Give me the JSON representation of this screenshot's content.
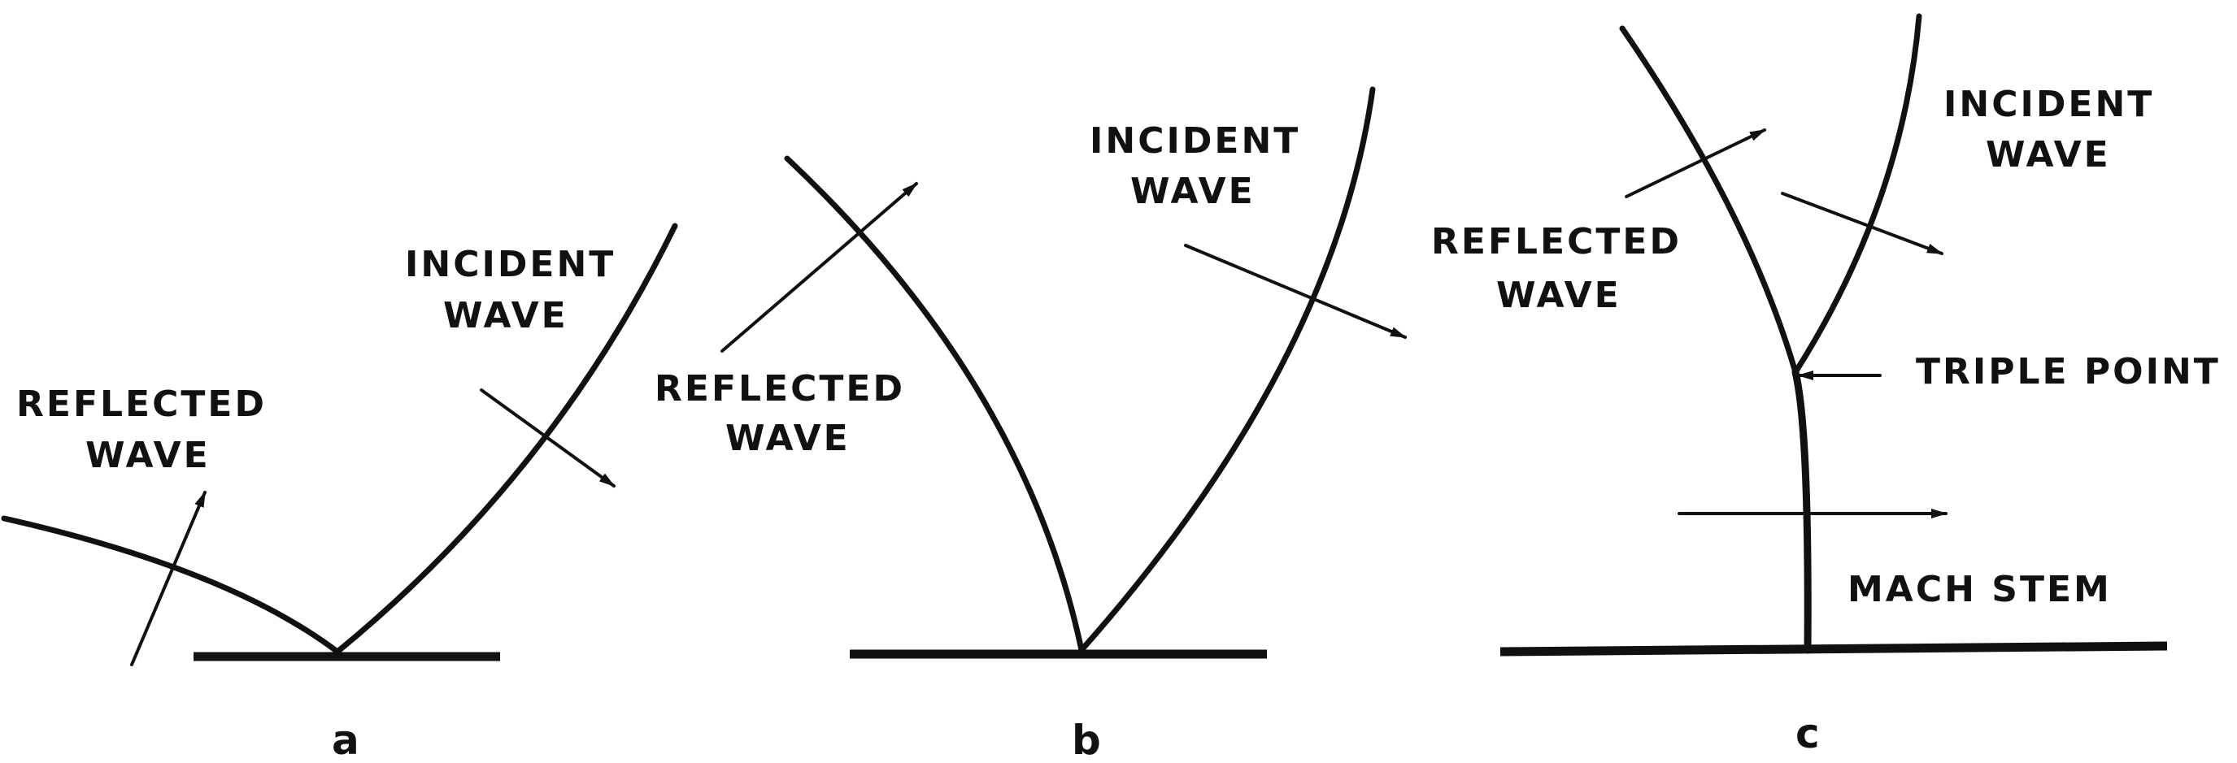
{
  "panels": {
    "a": {
      "caption": "a",
      "reflected_label_line1": "REFLECTED",
      "reflected_label_line2": "WAVE",
      "incident_label_line1": "INCIDENT",
      "incident_label_line2": "WAVE"
    },
    "b": {
      "caption": "b",
      "reflected_label_line1": "REFLECTED",
      "reflected_label_line2": "WAVE",
      "incident_label_line1": "INCIDENT",
      "incident_label_line2": "WAVE"
    },
    "c": {
      "caption": "c",
      "reflected_label_line1": "REFLECTED",
      "reflected_label_line2": "WAVE",
      "incident_label_line1": "INCIDENT",
      "incident_label_line2": "WAVE",
      "triple_point_label": "TRIPLE POINT",
      "mach_stem_label": "MACH STEM"
    }
  },
  "colors": {
    "ink": "#111111",
    "background": "#ffffff"
  }
}
